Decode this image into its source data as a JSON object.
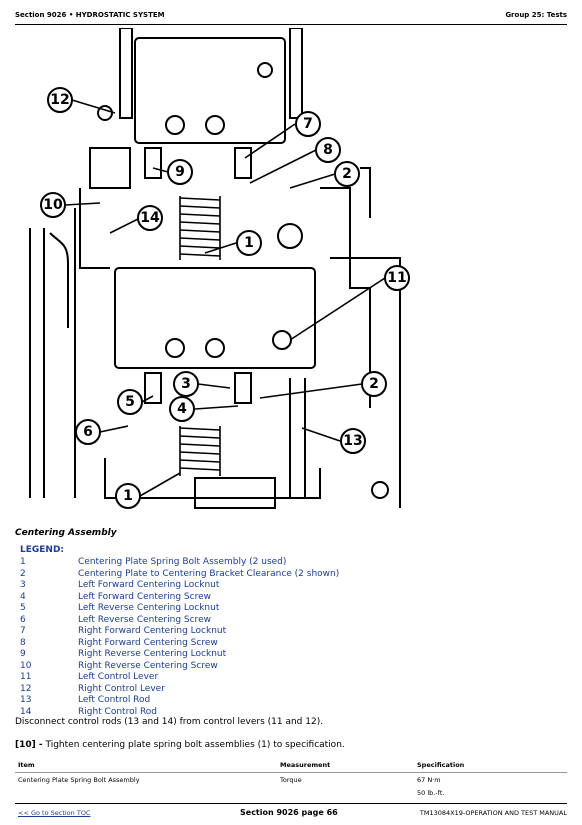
{
  "header": {
    "section": "Section 9026 • HYDROSTATIC SYSTEM",
    "group": "Group 25: Tests"
  },
  "figure": {
    "callouts": [
      "12",
      "7",
      "8",
      "9",
      "2",
      "10",
      "14",
      "1",
      "11",
      "3",
      "2",
      "5",
      "4",
      "6",
      "13",
      "1"
    ]
  },
  "caption": "Centering Assembly",
  "legend": {
    "title": "LEGEND:",
    "items": [
      {
        "num": "1",
        "text": "Centering Plate Spring Bolt Assembly (2 used)"
      },
      {
        "num": "2",
        "text": "Centering Plate to Centering Bracket Clearance (2 shown)"
      },
      {
        "num": "3",
        "text": "Left Forward Centering Locknut"
      },
      {
        "num": "4",
        "text": "Left Forward Centering Screw"
      },
      {
        "num": "5",
        "text": "Left Reverse Centering Locknut"
      },
      {
        "num": "6",
        "text": "Left Reverse Centering Screw"
      },
      {
        "num": "7",
        "text": "Right Forward Centering Locknut"
      },
      {
        "num": "8",
        "text": "Right Forward Centering Screw"
      },
      {
        "num": "9",
        "text": "Right Reverse Centering Locknut"
      },
      {
        "num": "10",
        "text": "Right Reverse Centering Screw"
      },
      {
        "num": "11",
        "text": "Left Control Lever"
      },
      {
        "num": "12",
        "text": "Right Control Lever"
      },
      {
        "num": "13",
        "text": "Left Control Rod"
      },
      {
        "num": "14",
        "text": "Right Control Rod"
      }
    ]
  },
  "paragraph1": "Disconnect control rods (13 and 14) from control levers (11 and 12).",
  "paragraph2": {
    "step": "[10] -",
    "text": " Tighten centering plate spring bolt assemblies (1) to specification."
  },
  "spec_table": {
    "headers": [
      "Item",
      "Measurement",
      "Specification"
    ],
    "rows": [
      [
        "Centering Plate Spring Bolt Assembly",
        "Torque",
        "67 N·m"
      ],
      [
        "",
        "",
        "50 lb.-ft."
      ]
    ]
  },
  "footer": {
    "toc_link": "<< Go to Section TOC",
    "page": "Section 9026 page 66",
    "manual": "TM13084X19-OPERATION AND TEST MANUAL"
  }
}
